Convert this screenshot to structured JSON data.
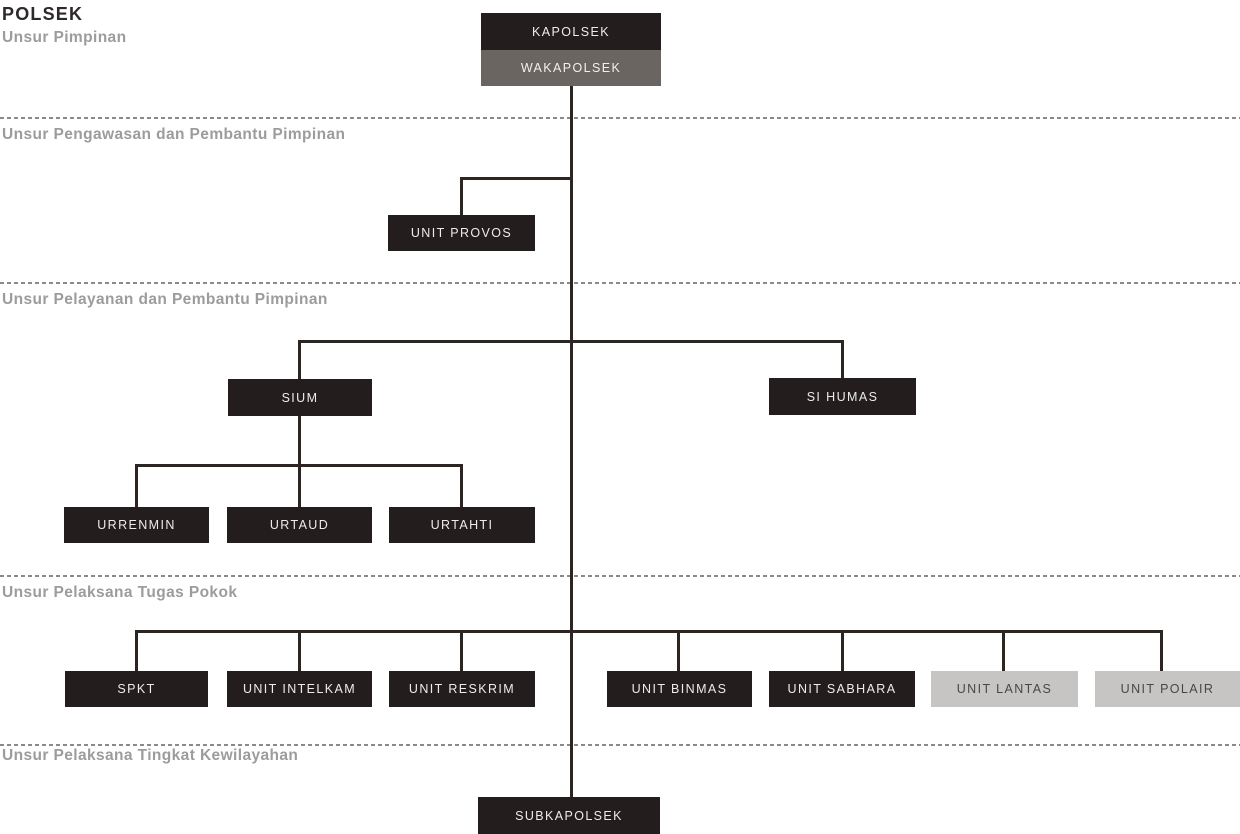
{
  "page": {
    "title": "POLSEK"
  },
  "sections": [
    {
      "label": "Unsur Pimpinan"
    },
    {
      "label": "Unsur Pengawasan dan Pembantu Pimpinan"
    },
    {
      "label": "Unsur Pelayanan dan Pembantu Pimpinan"
    },
    {
      "label": "Unsur Pelaksana Tugas Pokok"
    },
    {
      "label": "Unsur Pelaksana Tingkat Kewilayahan"
    }
  ],
  "org_chart": {
    "nodes": {
      "kapolsek": {
        "label": "KAPOLSEK",
        "variant": "dark"
      },
      "wakapolsek": {
        "label": "WAKAPOLSEK",
        "variant": "gray"
      },
      "unit_provos": {
        "label": "UNIT PROVOS",
        "variant": "dark"
      },
      "sium": {
        "label": "SIUM",
        "variant": "dark"
      },
      "si_humas": {
        "label": "SI HUMAS",
        "variant": "dark"
      },
      "urrenmin": {
        "label": "URRENMIN",
        "variant": "dark"
      },
      "urtaud": {
        "label": "URTAUD",
        "variant": "dark"
      },
      "urtahti": {
        "label": "URTAHTI",
        "variant": "dark"
      },
      "spkt": {
        "label": "SPKT",
        "variant": "dark"
      },
      "unit_intelkam": {
        "label": "UNIT INTELKAM",
        "variant": "dark"
      },
      "unit_reskrim": {
        "label": "UNIT RESKRIM",
        "variant": "dark"
      },
      "unit_binmas": {
        "label": "UNIT BINMAS",
        "variant": "dark"
      },
      "unit_sabhara": {
        "label": "UNIT SABHARA",
        "variant": "dark"
      },
      "unit_lantas": {
        "label": "UNIT LANTAS",
        "variant": "light"
      },
      "unit_polair": {
        "label": "UNIT POLAIR",
        "variant": "light"
      },
      "subkapolsek": {
        "label": "SUBKAPOLSEK",
        "variant": "dark"
      }
    },
    "edges": [
      {
        "from": "kapolsek",
        "to": [
          "wakapolsek"
        ]
      },
      {
        "from": "wakapolsek",
        "to": [
          "unit_provos",
          "sium",
          "si_humas",
          "spkt",
          "unit_intelkam",
          "unit_reskrim",
          "unit_binmas",
          "unit_sabhara",
          "unit_lantas",
          "unit_polair",
          "subkapolsek"
        ]
      },
      {
        "from": "sium",
        "to": [
          "urrenmin",
          "urtaud",
          "urtahti"
        ]
      }
    ]
  },
  "colors": {
    "node_dark_bg": "#231e1d",
    "node_gray_bg": "#6b6561",
    "node_light_bg": "#c6c5c4",
    "node_dark_text": "#edecec",
    "node_light_text": "#4b4644",
    "connector_line": "#2d2521",
    "separator_dash": "#8a8a8a",
    "section_label_text": "#9c9b9d",
    "title_text": "#2e2828"
  }
}
